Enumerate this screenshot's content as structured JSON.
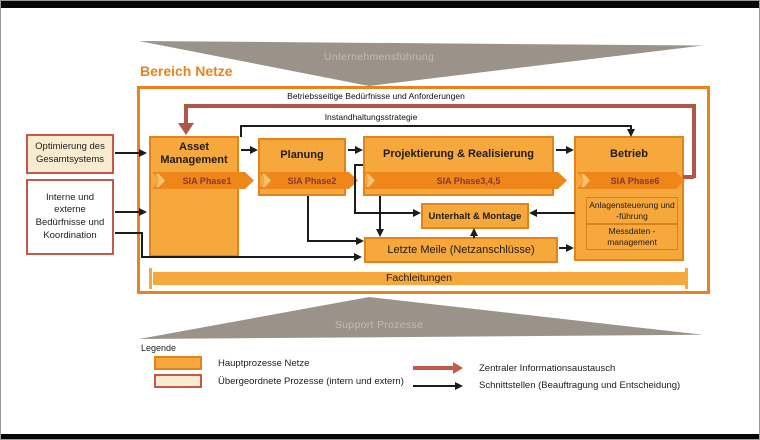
{
  "banners": {
    "top_label": "Unternehmensführung",
    "bottom_label": "Support Prozesse"
  },
  "header": {
    "title": "Bereich Netze"
  },
  "feedback": {
    "top_arrow_label": "Betriebsseitige Bedürfnisse und Anforderungen",
    "strategy_label": "Instandhaltungsstrategie"
  },
  "process": {
    "asset": {
      "title": "Asset Management",
      "phase": "SIA Phase1"
    },
    "planung": {
      "title": "Planung",
      "phase": "SIA Phase2"
    },
    "projektierung": {
      "title": "Projektierung & Realisierung",
      "phase": "SIA Phase3,4,5"
    },
    "betrieb": {
      "title": "Betrieb",
      "phase": "SIA Phase6",
      "sub_boxes": [
        "Anlagensteuerung und -führung",
        "Messdaten - management"
      ]
    },
    "unterhalt": {
      "title": "Unterhalt & Montage"
    },
    "letzte_meile": {
      "title": "Letzte Meile (Netzanschlüsse)"
    },
    "fachleitungen": {
      "title": "Fachleitungen"
    }
  },
  "inputs": {
    "optimierung": "Optimierung des Gesamtsystems",
    "interne": "Interne und externe Bedürfnisse und Koordination"
  },
  "legend": {
    "title": "Legende",
    "items": [
      {
        "label": "Hauptprozesse Netze"
      },
      {
        "label": "Übergeordnete Prozesse (intern und extern)"
      }
    ],
    "arrows": [
      {
        "label": "Zentraler Informationsaustausch"
      },
      {
        "label": "Schnittstellen (Beauftragung und Entscheidung)"
      }
    ]
  },
  "colors": {
    "process_fill": "#F6A83C",
    "process_border": "#E2841C",
    "phase_band": "#EE861A",
    "phase_text": "#8B3533",
    "container_border": "#E8831E",
    "feedback_red": "#B25549",
    "input_border": "#C4584A",
    "cream_fill": "#F7EBD0",
    "banner_gray": "#9B9389"
  }
}
